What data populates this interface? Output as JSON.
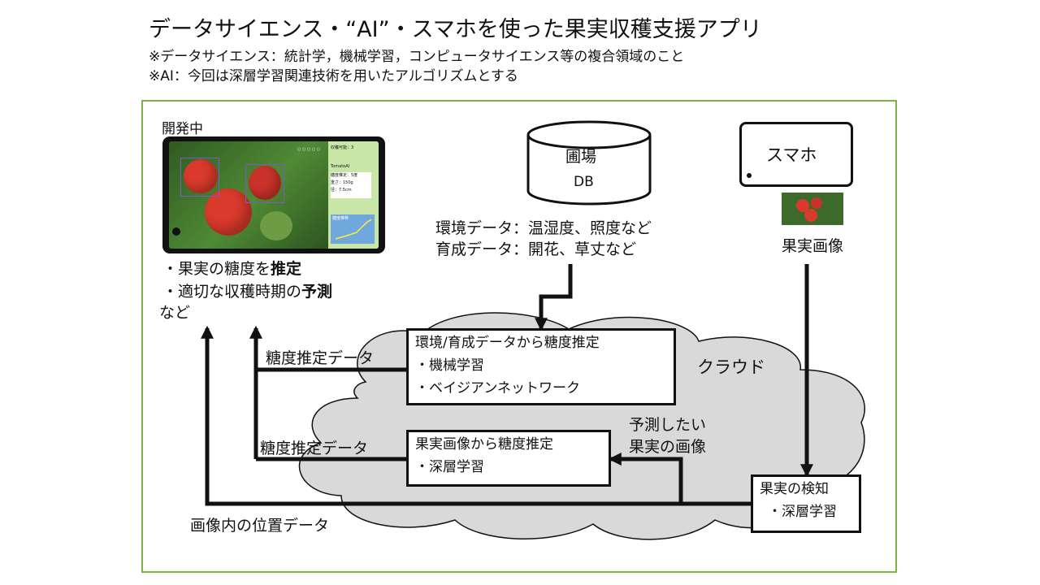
{
  "title": "データサイエンス・“AI”・スマホを使った果実収穫支援アプリ",
  "notes": [
    "※データサイエンス：統計学，機械学習，コンピュータサイエンス等の複合領域のこと",
    "※AI：今回は深層学習関連技術を用いたアルゴリズムとする"
  ],
  "app": {
    "status_label": "開発中",
    "bullet1_prefix": "・果実の糖度を",
    "bullet1_bold": "推定",
    "bullet2_prefix": "・適切な収穫時期の",
    "bullet2_bold": "予測",
    "etc": "など",
    "screen": {
      "count_label": "収穫可能：3",
      "sub_label": "TomatoAI",
      "stats": [
        "糖度推定：5度",
        "重さ：150g",
        "径：7.5cm"
      ],
      "graph_label": "糖度推移"
    }
  },
  "db": {
    "name": "圃場",
    "sub": "DB",
    "env_data": "環境データ：温湿度、照度など",
    "growth_data": "育成データ：開花、草丈など"
  },
  "phone_device": {
    "label": "スマホ",
    "image_caption": "果実画像"
  },
  "cloud_label": "クラウド",
  "boxes": {
    "env_growth": {
      "title": "環境/育成データから糖度推定",
      "items": [
        "・機械学習",
        "・ベイジアンネットワーク"
      ]
    },
    "image_est": {
      "title": "果実画像から糖度推定",
      "items": [
        "・深層学習"
      ]
    },
    "detect": {
      "title": "果実の検知",
      "items": [
        "・深層学習"
      ]
    }
  },
  "arrow_labels": {
    "sugar_1": "糖度推定データ",
    "sugar_2": "糖度推定データ",
    "predict_1": "予測したい",
    "predict_2": "果実の画像",
    "position": "画像内の位置データ"
  },
  "colors": {
    "panel_border": "#7cb342",
    "cloud_fill": "#d9d9d9",
    "tomato": "#d93a2b",
    "detection_box": "#7b5cc7"
  }
}
